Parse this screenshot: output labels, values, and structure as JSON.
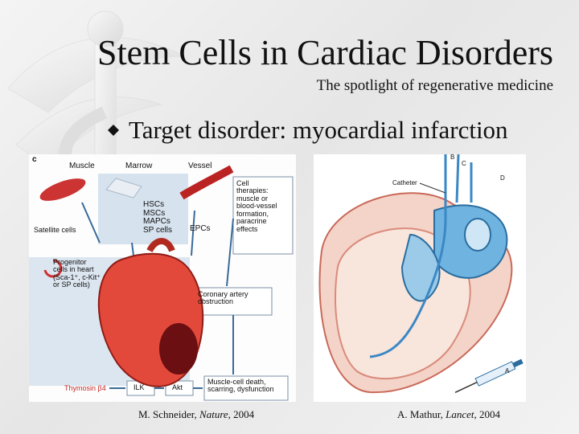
{
  "slide": {
    "title": "Stem Cells in Cardiac Disorders",
    "subtitle": "The spotlight of regenerative medicine",
    "bullet": "Target disorder: myocardial infarction"
  },
  "figure_left": {
    "panel_letter": "c",
    "muscle": "Muscle",
    "marrow": "Marrow",
    "vessel": "Vessel",
    "satellite": "Satellite cells",
    "hsc_list": [
      "HSCs",
      "MSCs",
      "MAPCs",
      "SP cells"
    ],
    "epcs": "EPCs",
    "cell_therapies": [
      "Cell",
      "therapies:",
      "muscle or",
      "blood-vessel",
      "formation,",
      "paracrine",
      "effects"
    ],
    "progenitor": [
      "Progenitor",
      "cells in heart",
      "(Sca-1⁺, c-Kit⁺",
      "or SP cells)"
    ],
    "coronary": [
      "Coronary artery",
      "obstruction"
    ],
    "thymosin": "Thymosin β4",
    "ilk": "ILK",
    "akt": "Akt",
    "muscle_death": [
      "Muscle-cell death,",
      "scarring, dysfunction"
    ]
  },
  "figure_right": {
    "catheter": "Catheter",
    "tiny_labels": [
      "B",
      "C",
      "D",
      "A"
    ]
  },
  "captions": {
    "left": {
      "author": "M. Schneider, ",
      "journal": "Nature",
      "year": ", 2004"
    },
    "right": {
      "author": "A. Mathur, ",
      "journal": "Lancet",
      "year": ", 2004"
    }
  }
}
